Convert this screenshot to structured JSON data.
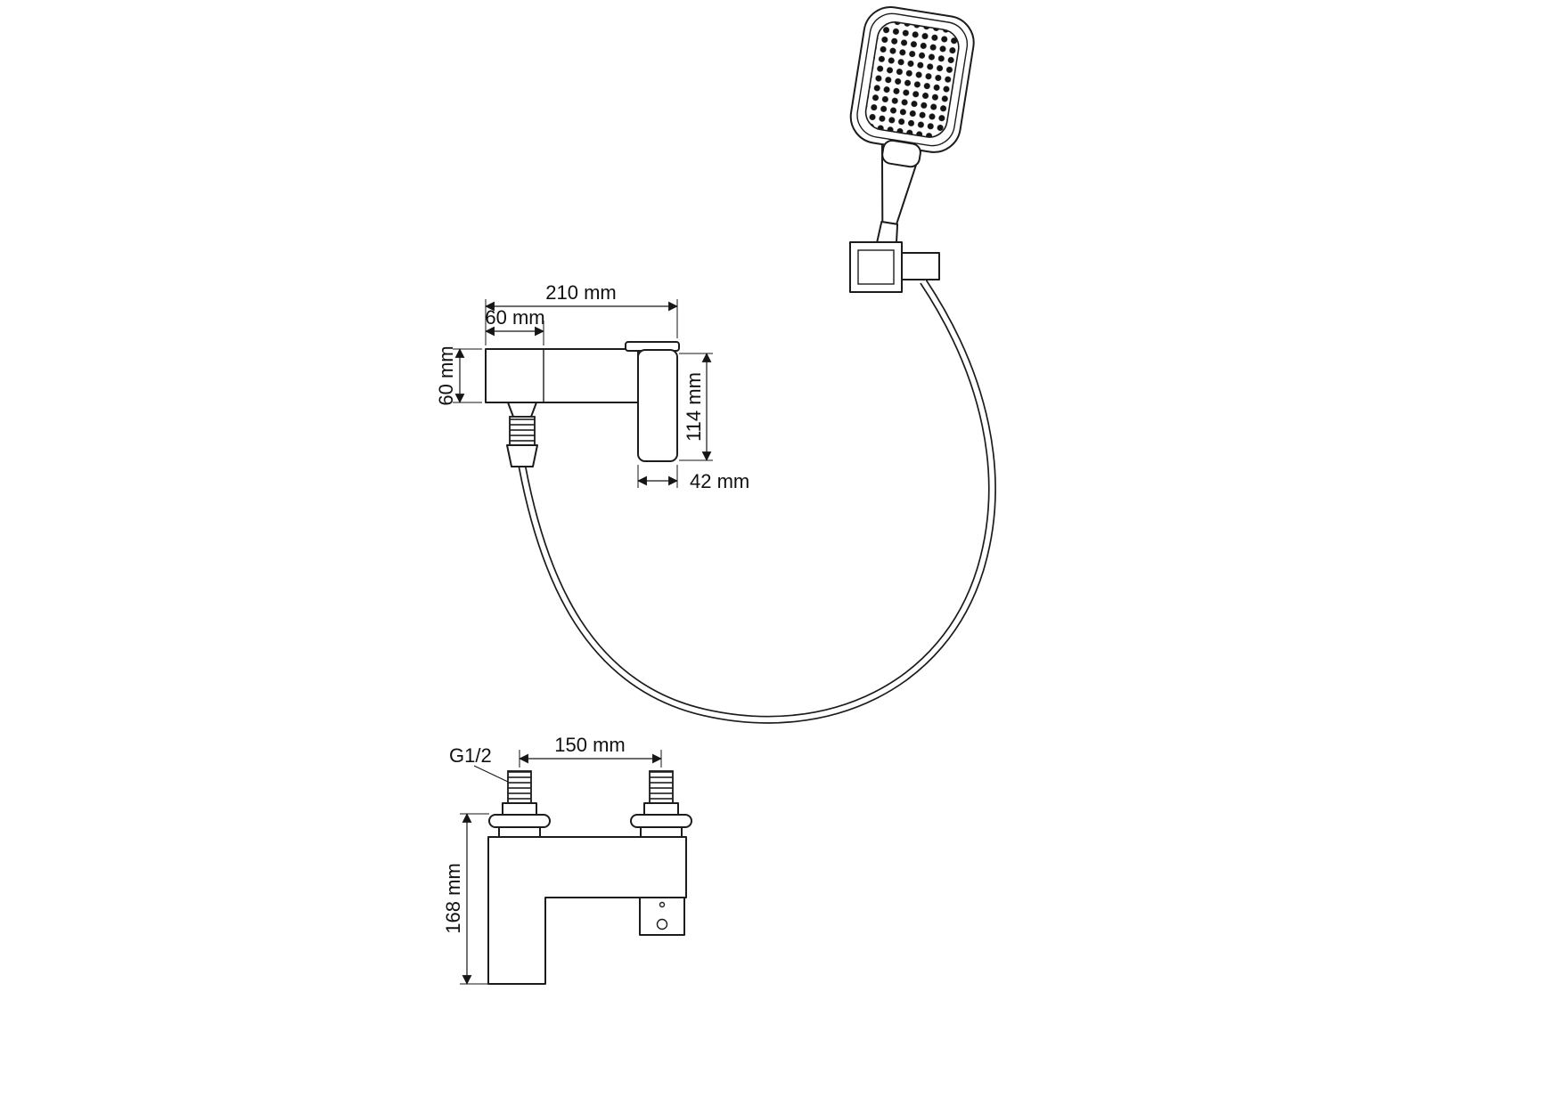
{
  "page": {
    "background": "#ffffff",
    "line_color": "#1c1c1c",
    "text_color": "#111111"
  },
  "diagram": {
    "kind": "technical-drawing",
    "subject": "bath-shower-mixer-with-hand-shower",
    "views": [
      "side-view",
      "front-view",
      "hand-shower-with-hose"
    ]
  },
  "dims": {
    "total_width": "210 mm",
    "left_block_width": "60 mm",
    "body_height": "60 mm",
    "handle_height": "114 mm",
    "handle_width": "42 mm",
    "inlet_spacing": "150 mm",
    "overall_height": "168 mm",
    "thread": "G1/2"
  }
}
